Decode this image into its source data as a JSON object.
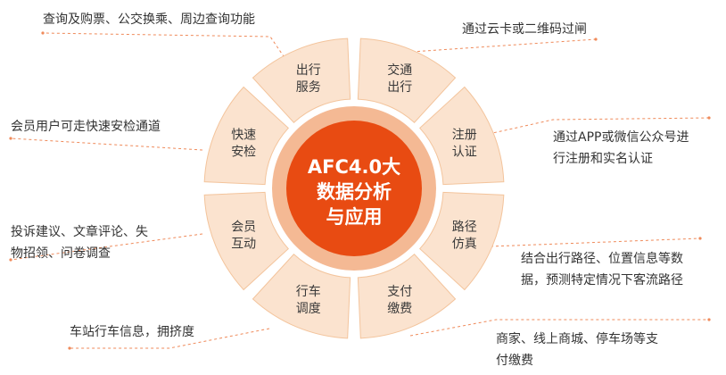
{
  "colors": {
    "segment_fill": "#fbe3cf",
    "segment_stroke": "#f3c49c",
    "inner_ring": "#f4b994",
    "center_fill": "#e84b12",
    "connector": "#ef8a5a"
  },
  "center": {
    "line1": "AFC4.0大",
    "line2": "数据分析",
    "line3": "与应用"
  },
  "segments": [
    {
      "key": "chuxing",
      "line1": "出行",
      "line2": "服务"
    },
    {
      "key": "jiaotong",
      "line1": "交通",
      "line2": "出行"
    },
    {
      "key": "zhuce",
      "line1": "注册",
      "line2": "认证"
    },
    {
      "key": "lujing",
      "line1": "路径",
      "line2": "仿真"
    },
    {
      "key": "zhifu",
      "line1": "支付",
      "line2": "缴费"
    },
    {
      "key": "xingche",
      "line1": "行车",
      "line2": "调度"
    },
    {
      "key": "huiyuan",
      "line1": "会员",
      "line2": "互动"
    },
    {
      "key": "kuaisu",
      "line1": "快速",
      "line2": "安检"
    }
  ],
  "notes": {
    "chuxing": [
      "查询及购票、公交换乘、周边查询功能"
    ],
    "jiaotong": [
      "通过云卡或二维码过闸"
    ],
    "zhuce": [
      "通过APP或微信公众号进",
      "行注册和实名认证"
    ],
    "lujing": [
      "结合出行路径、位置信息等数",
      "据，预测特定情况下客流路径"
    ],
    "zhifu": [
      "商家、线上商城、停车场等支",
      "付缴费"
    ],
    "xingche": [
      "车站行车信息，拥挤度"
    ],
    "huiyuan": [
      "投诉建议、文章评论、失",
      "物招领、问卷调查"
    ],
    "kuaisu": [
      "会员用户可走快速安检通道"
    ]
  }
}
